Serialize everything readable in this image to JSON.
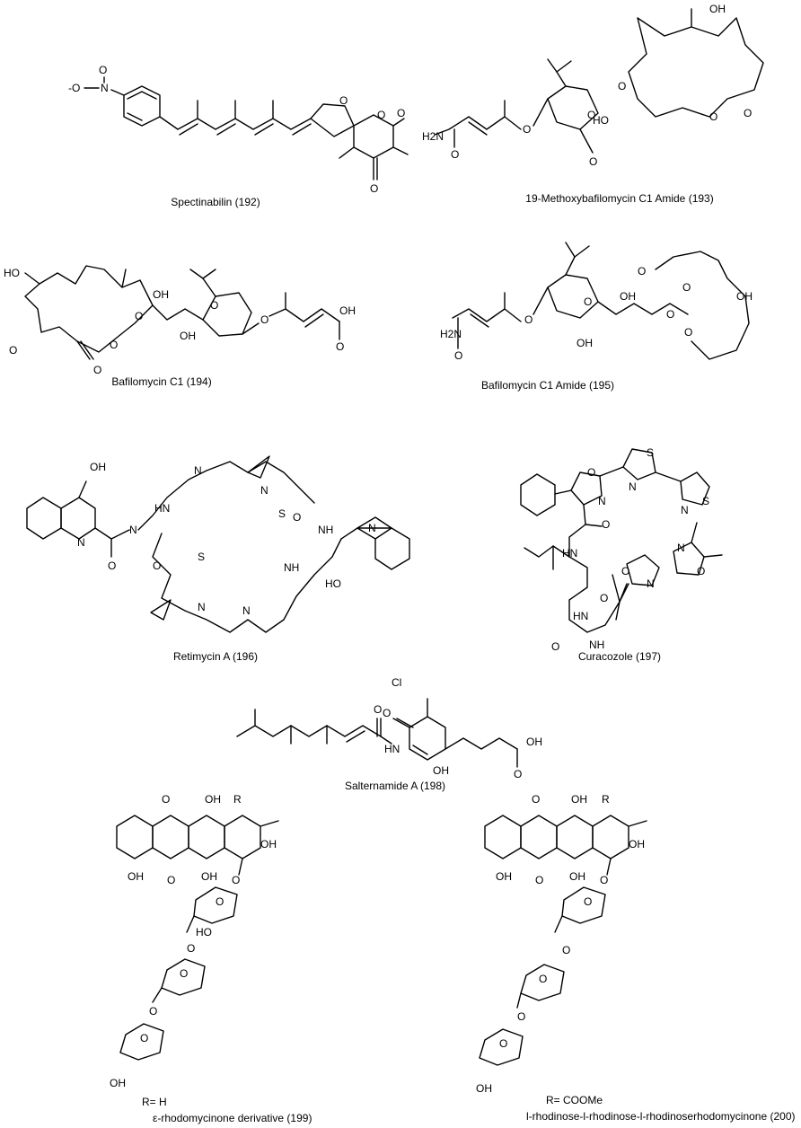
{
  "compounds": [
    {
      "id": "c192",
      "caption": "Spectinabilin (192)"
    },
    {
      "id": "c193",
      "caption": "19-Methoxybafilomycin C1 Amide (193)"
    },
    {
      "id": "c194",
      "caption": "Bafilomycin C1 (194)"
    },
    {
      "id": "c195",
      "caption": "Bafilomycin C1 Amide (195)"
    },
    {
      "id": "c196",
      "caption": "Retimycin A (196)"
    },
    {
      "id": "c197",
      "caption": "Curacozole (197)"
    },
    {
      "id": "c198",
      "caption": "Salternamide A (198)"
    },
    {
      "id": "c199",
      "caption": "ε-rhodomycinone derivative (199)",
      "r_group": "R= H"
    },
    {
      "id": "c200",
      "caption": "l-rhodinose-l-rhodinose-l-rhodinoserhodomycinone (200)",
      "r_group": "R= COOMe"
    }
  ],
  "atom_labels": {
    "n_oxide": "O",
    "nitro_n": "N",
    "o_minus": "-O",
    "methoxy": "O",
    "ring_o": "O",
    "carbonyl_o": "O",
    "h2n": "H2N",
    "oh": "OH",
    "ho": "HO",
    "nh": "NH",
    "hn": "HN",
    "n": "N",
    "s": "S",
    "cl": "Cl",
    "r": "R",
    "h": "H",
    "sulfoxide": "S=O"
  }
}
